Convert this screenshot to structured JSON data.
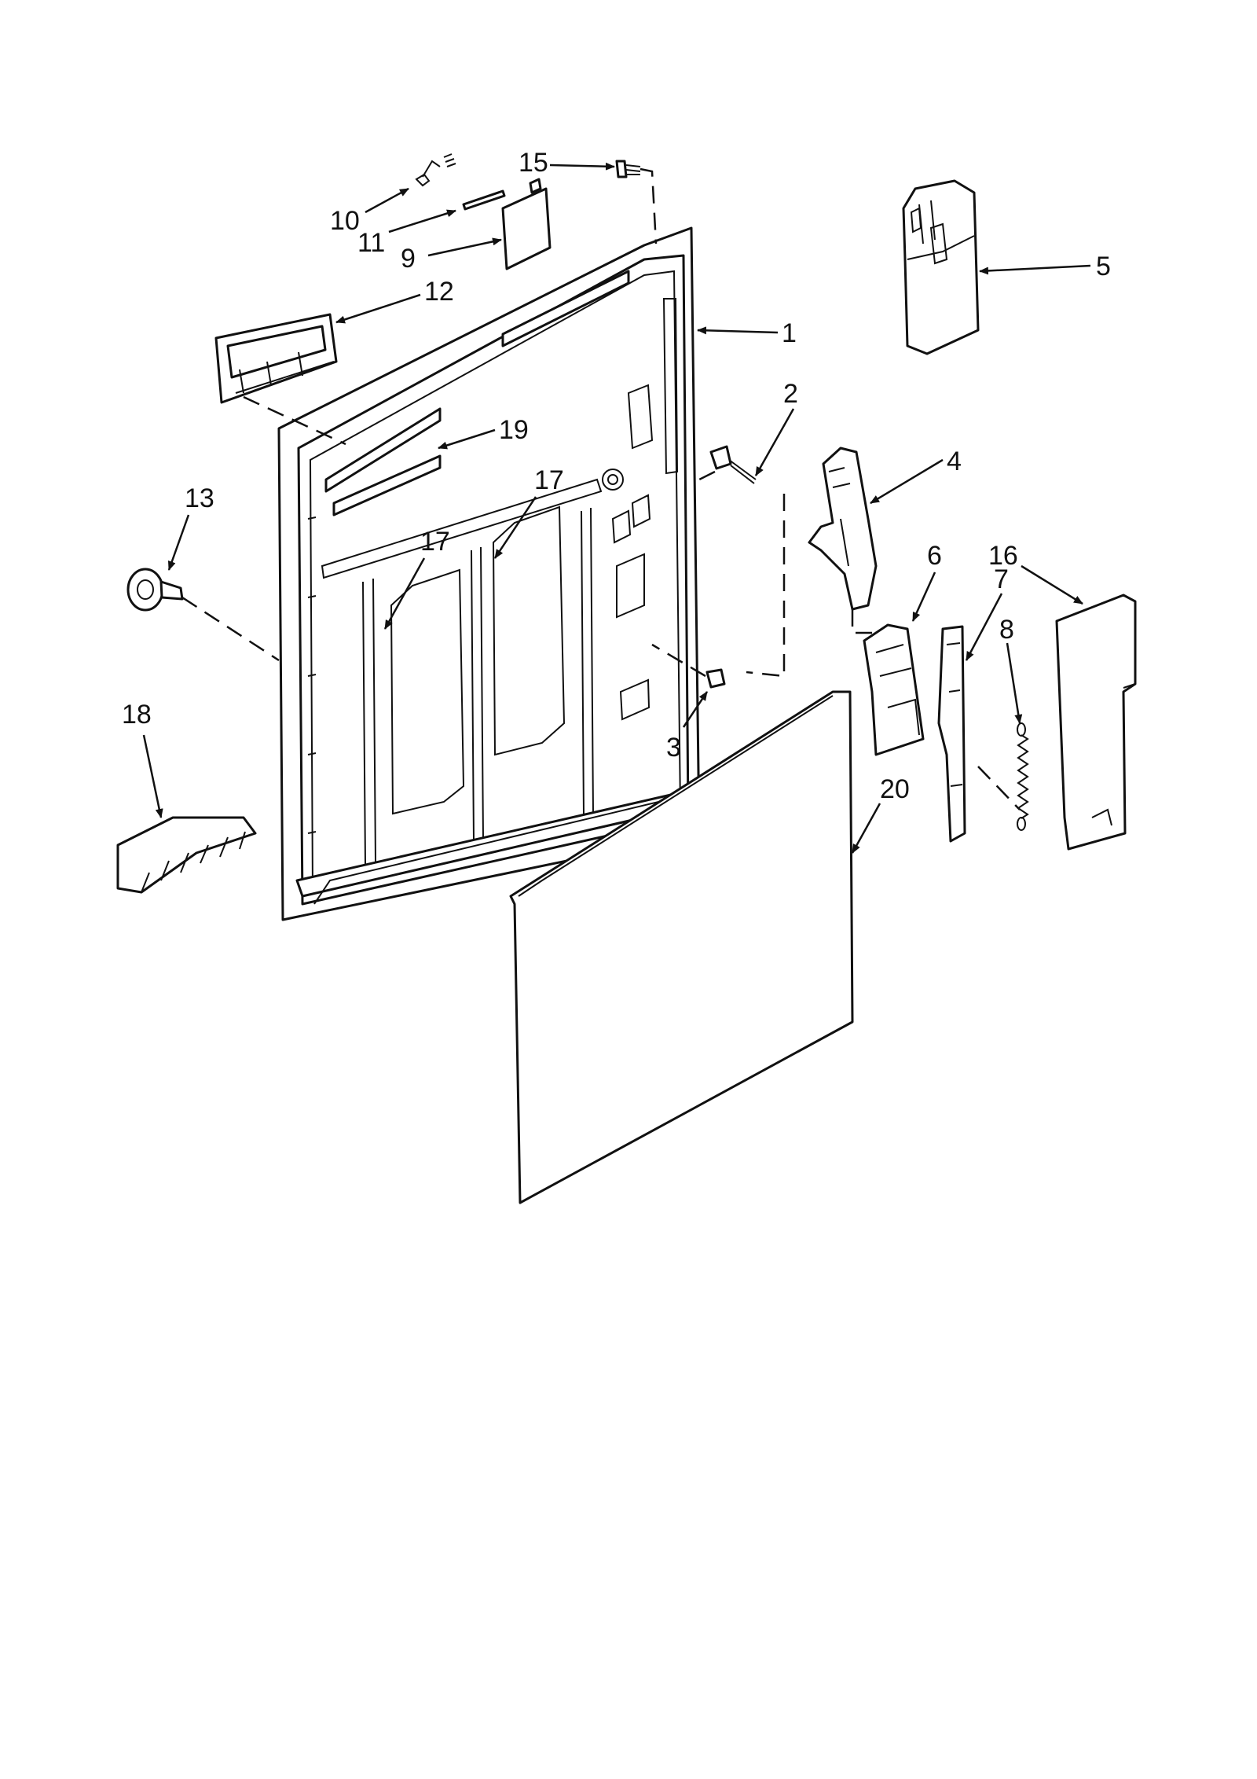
{
  "callouts": [
    "1",
    "2",
    "3",
    "4",
    "5",
    "6",
    "7",
    "8",
    "9",
    "10",
    "11",
    "12",
    "13",
    "15",
    "16",
    "17",
    "17",
    "18",
    "19",
    "20"
  ]
}
